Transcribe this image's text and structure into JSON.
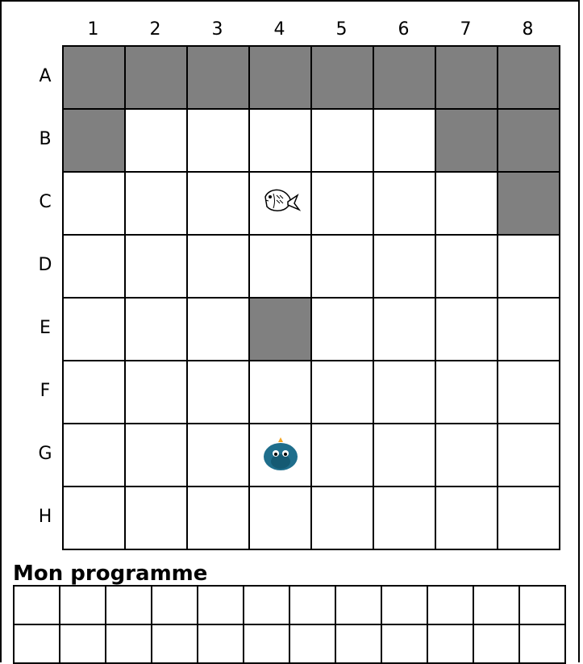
{
  "columns": [
    "1",
    "2",
    "3",
    "4",
    "5",
    "6",
    "7",
    "8"
  ],
  "rows": [
    "A",
    "B",
    "C",
    "D",
    "E",
    "F",
    "G",
    "H"
  ],
  "walls": [
    "A1",
    "A2",
    "A3",
    "A4",
    "A5",
    "A6",
    "A7",
    "A8",
    "B1",
    "B7",
    "B8",
    "C8",
    "E4"
  ],
  "pieces": [
    {
      "cell": "C4",
      "icon": "fish-icon"
    },
    {
      "cell": "G4",
      "icon": "bird-icon"
    }
  ],
  "program": {
    "title": "Mon programme",
    "columns": 12,
    "rows": 2
  },
  "colors": {
    "wall": "#808080",
    "grid_line": "#000000",
    "bird_body": "#1f6e8c",
    "bird_beak": "#f5a623"
  }
}
